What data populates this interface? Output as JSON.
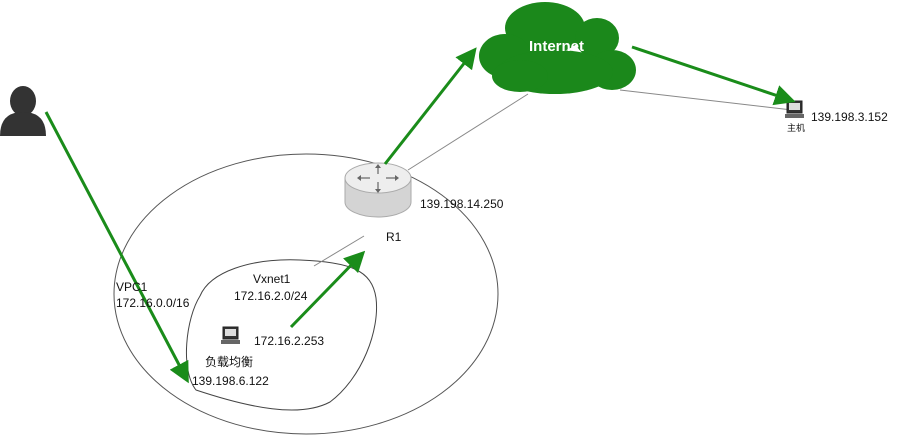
{
  "nodes": {
    "user": {
      "icon": "user-icon"
    },
    "router": {
      "icon": "router-icon",
      "label": "R1",
      "ip": "139.198.14.250"
    },
    "internet": {
      "icon": "cloud-icon",
      "label": "Internet"
    },
    "host": {
      "icon": "computer-icon",
      "label": "主机",
      "ip": "139.198.3.152"
    },
    "load_balancer": {
      "icon": "computer-icon",
      "label": "负载均衡",
      "ip_private": "172.16.2.253",
      "ip_public": "139.198.6.122"
    }
  },
  "regions": {
    "vpc": {
      "name": "VPC1",
      "cidr": "172.16.0.0/16"
    },
    "vxnet": {
      "name": "Vxnet1",
      "cidr": "172.16.2.0/24"
    }
  },
  "colors": {
    "flow": "#1a8c1a",
    "cloud": "#1b881b",
    "user": "#333333",
    "outline": "#666666",
    "router_body": "#e2e2e2"
  }
}
